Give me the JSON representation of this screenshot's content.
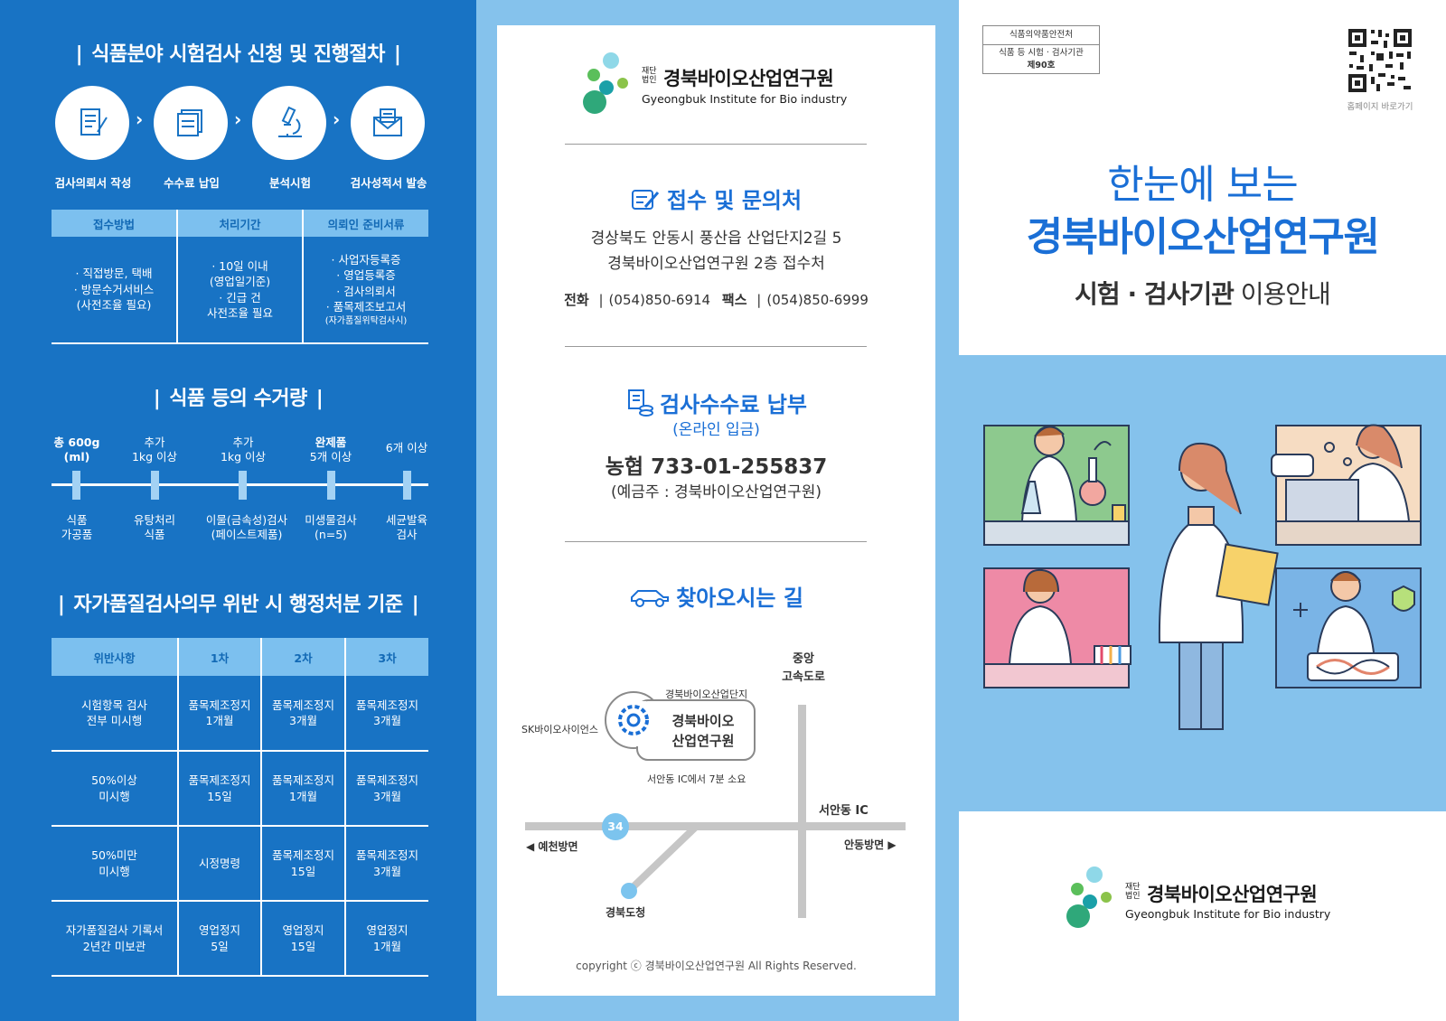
{
  "left": {
    "procedure_title": "식품분야 시험검사 신청 및 진행절차",
    "steps": [
      {
        "label": "검사의뢰서 작성",
        "icon": "document-pen-icon"
      },
      {
        "label": "수수료 납입",
        "icon": "receipt-icon"
      },
      {
        "label": "분석시험",
        "icon": "microscope-icon"
      },
      {
        "label": "검사성적서 발송",
        "icon": "envelope-icon"
      }
    ],
    "step_arrow": "›",
    "req_table": {
      "headers": [
        "접수방법",
        "처리기간",
        "의뢰인 준비서류"
      ],
      "col1": [
        "· 직접방문, 택배",
        "· 방문수거서비스",
        "(사전조율 필요)"
      ],
      "col2": [
        "· 10일 이내",
        "(영업일기준)",
        "· 긴급 건",
        "사전조율 필요"
      ],
      "col3": [
        "· 사업자등록증",
        "· 영업등록증",
        "· 검사의뢰서",
        "· 품목제조보고서",
        "(자가품질위탁검사시)"
      ]
    },
    "qty_title": "식품 등의 수거량",
    "qty_items": [
      {
        "top1": "총 600g",
        "top2": "(ml)",
        "bot1": "식품",
        "bot2": "가공품"
      },
      {
        "top1": "추가",
        "top2": "1kg 이상",
        "bot1": "유탕처리",
        "bot2": "식품"
      },
      {
        "top1": "추가",
        "top2": "1kg 이상",
        "bot1": "이물(금속성)검사",
        "bot2": "(페이스트제품)"
      },
      {
        "top1": "완제품",
        "top2": "5개 이상",
        "bot1": "미생물검사",
        "bot2": "(n=5)"
      },
      {
        "top1": "6개 이상",
        "top2": "",
        "bot1": "세균발육",
        "bot2": "검사"
      }
    ],
    "penalty_title": "자가품질검사의무 위반 시 행정처분 기준",
    "penalty_table": {
      "headers": [
        "위반사항",
        "1차",
        "2차",
        "3차"
      ],
      "rows": [
        {
          "v1": "시험항목 검사",
          "v2": "전부 미시행",
          "c1a": "품목제조정지",
          "c1b": "1개월",
          "c2a": "품목제조정지",
          "c2b": "3개월",
          "c3a": "품목제조정지",
          "c3b": "3개월"
        },
        {
          "v1": "50%이상",
          "v2": "미시행",
          "c1a": "품목제조정지",
          "c1b": "15일",
          "c2a": "품목제조정지",
          "c2b": "1개월",
          "c3a": "품목제조정지",
          "c3b": "3개월"
        },
        {
          "v1": "50%미만",
          "v2": "미시행",
          "c1a": "시정명령",
          "c1b": "",
          "c2a": "품목제조정지",
          "c2b": "15일",
          "c3a": "품목제조정지",
          "c3b": "3개월"
        },
        {
          "v1": "자가품질검사 기록서",
          "v2": "2년간 미보관",
          "c1a": "영업정지",
          "c1b": "5일",
          "c2a": "영업정지",
          "c2b": "15일",
          "c3a": "영업정지",
          "c3b": "1개월"
        }
      ]
    }
  },
  "middle": {
    "logo": {
      "small1": "재단",
      "small2": "법인",
      "name": "경북바이오산업연구원",
      "english": "Gyeongbuk Institute for Bio industry"
    },
    "contact": {
      "title": "접수 및 문의처",
      "address1": "경상북도 안동시 풍산읍 산업단지2길 5",
      "address2": "경북바이오산업연구원 2층 접수처",
      "tel_label": "전화",
      "tel": "(054)850-6914",
      "fax_label": "팩스",
      "fax": "(054)850-6999",
      "separator": "|"
    },
    "fee": {
      "title": "검사수수료 납부",
      "subtitle": "(온라인 입금)",
      "account": "농협 733-01-255837",
      "holder": "(예금주 : 경북바이오산업연구원)"
    },
    "directions": {
      "title": "찾아오시는 길",
      "expressway": "중앙",
      "expressway2": "고속도로",
      "complex": "경북바이오산업단지",
      "sk": "SK바이오사이언스",
      "inst1": "경북바이오",
      "inst2": "산업연구원",
      "time": "서안동 IC에서 7분 소요",
      "ic": "서안동 IC",
      "route": "34",
      "west": "◀ 예천방면",
      "east": "안동방면 ▶",
      "office": "경북도청"
    },
    "copyright": "copyright ⓒ 경북바이오산업연구원 All Rights Reserved."
  },
  "right": {
    "badge1": "식품의약품안전처",
    "badge2": "식품 등 시험 · 검사기관",
    "badge3": "제90호",
    "qr_caption": "홈페이지 바로가기",
    "title1": "한눈에 보는",
    "title2": "경북바이오산업연구원",
    "title3_bold": "시험 · 검사기관",
    "title3_rest": " 이용안내",
    "logo": {
      "small1": "재단",
      "small2": "법인",
      "name": "경북바이오산업연구원",
      "english": "Gyeongbuk Institute for Bio industry"
    }
  },
  "colors": {
    "left_bg": "#1873c4",
    "accent_blue": "#1a6fd6",
    "light_blue": "#85c2ec",
    "header_cell": "#7cc0ef"
  }
}
